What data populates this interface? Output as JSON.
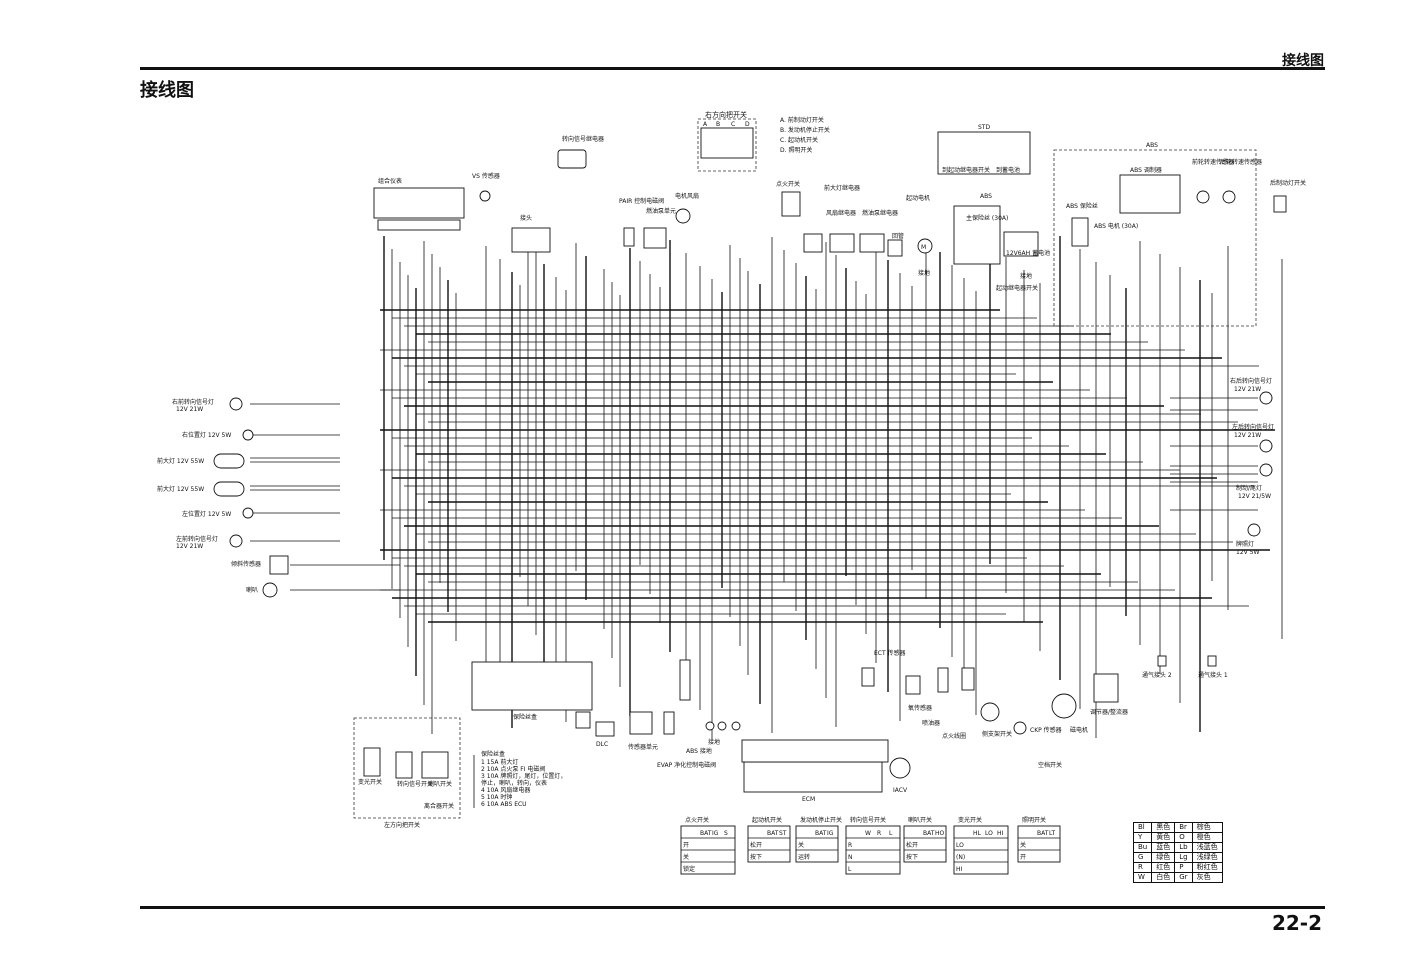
{
  "header": {
    "section_title": "接线图",
    "page_title": "接线图",
    "page_number": "22-2"
  },
  "right_handlebar_switch": {
    "title": "右方向把开关",
    "pins": [
      "A",
      "B",
      "C",
      "D"
    ],
    "legend": [
      "A. 前制动灯开关",
      "B. 发动机停止开关",
      "C. 起动机开关",
      "D. 照明开关"
    ]
  },
  "labels": {
    "turn_relay": "转向信号继电器",
    "meter": "组合仪表",
    "vs_sensor": "VS 传感器",
    "joint": "接头",
    "pair": "PAIR 控制电磁阀",
    "fuel_unit": "燃油泵单元",
    "fan_motor": "电机风扇",
    "ignition_switch": "点火开关",
    "headlight_relay": "前大灯继电器",
    "fan_relay": "风扇继电器",
    "fuel_relay": "燃油泵继电器",
    "horn_relay": "回管",
    "starter_motor": "起动电机",
    "main_fuse": "主保险丝 (30A)",
    "battery": "12V6AH 蓄电池",
    "starter_relay": "起动继电器开关",
    "ground": "接地",
    "std": "STD",
    "abs_small": "ABS",
    "std_relay": "到起动继电器开关",
    "std_battery": "到蓄电池",
    "abs_box": "ABS",
    "abs_modulator": "ABS 调制器",
    "abs_fuse": "ABS 保险丝",
    "abs_motor": "ABS 电机 (30A)",
    "front_wheel_sensor": "前轮转速传感器",
    "rear_wheel_sensor": "后轮转速传感器",
    "rear_brake_switch": "后制动灯开关",
    "right_rear_turn": "右后转向信号灯",
    "right_rear_turn_spec": "12V 21W",
    "left_rear_turn": "左后转向信号灯",
    "left_rear_turn_spec": "12V 21W",
    "brake_tail": "制动/尾灯",
    "brake_tail_spec": "12V 21/5W",
    "license_light": "牌照灯",
    "license_spec": "12V 5W",
    "right_front_turn": "右前转向信号灯",
    "right_front_turn_spec": "12V 21W",
    "right_position": "右位置灯 12V 5W",
    "headlight1": "前大灯 12V 55W",
    "headlight2": "前大灯 12V 55W",
    "left_position": "左位置灯 12V 5W",
    "left_front_turn": "左前转向信号灯",
    "left_front_turn_spec": "12V 21W",
    "tilt_sensor": "倾斜传感器",
    "horn": "喇叭",
    "fuse_box": "保险丝盒",
    "dlc": "DLC",
    "sensor_unit": "传感器单元",
    "evap": "EVAP 净化控制电磁阀",
    "abs_ground": "ABS 接地",
    "ground2": "接地",
    "ecm": "ECM",
    "ect": "ECT 传感器",
    "o2_sensor": "氧传感器",
    "injector": "喷油器",
    "ignition_coil": "点火线圈",
    "side_stand": "侧支架开关",
    "ckp": "CKP 传感器",
    "neutral": "空档开关",
    "alternator": "磁电机",
    "regulator": "调节器/整流器",
    "vent2": "通气接头 2",
    "vent1": "通气接头 1",
    "iacv": "IACV",
    "dimmer": "变光开关",
    "turn_switch": "转向信号开关",
    "horn_switch": "喇叭开关",
    "clutch_switch": "离合器开关",
    "left_handlebar": "左方向把开关"
  },
  "fuse_legend": {
    "title": "保险丝盒",
    "items": [
      "1   15A  前大灯",
      "2   10A  点火泵 FI 电磁阀",
      "3   10A  牌照灯，尾灯，位置灯，",
      "         停止，喇叭，转向，仪表",
      "4   10A  风扇继电器",
      "5   10A  时钟",
      "6   10A  ABS ECU"
    ]
  },
  "switch_tables": [
    {
      "title": "点火开关",
      "cols": [
        "BAT",
        "IG",
        "S"
      ],
      "rows": [
        "开",
        "关",
        "锁定"
      ]
    },
    {
      "title": "起动机开关",
      "cols": [
        "BAT",
        "ST"
      ],
      "rows": [
        "松开",
        "按下"
      ]
    },
    {
      "title": "发动机停止开关",
      "cols": [
        "BAT",
        "IG"
      ],
      "rows": [
        "关",
        "运转"
      ]
    },
    {
      "title": "转向信号开关",
      "cols": [
        "W",
        "R",
        "L"
      ],
      "rows": [
        "R",
        "N",
        "L"
      ]
    },
    {
      "title": "喇叭开关",
      "cols": [
        "BAT",
        "HO"
      ],
      "rows": [
        "松开",
        "按下"
      ]
    },
    {
      "title": "变光开关",
      "cols": [
        "HL",
        "LO",
        "HI"
      ],
      "rows": [
        "LO",
        "(N)",
        "HI"
      ]
    },
    {
      "title": "照明开关",
      "cols": [
        "BAT",
        "LT"
      ],
      "rows": [
        "关",
        "开"
      ]
    }
  ],
  "color_legend": [
    {
      "code": "Bl",
      "name": "黑色",
      "code2": "Br",
      "name2": "棕色"
    },
    {
      "code": "Y",
      "name": "黄色",
      "code2": "O",
      "name2": "橙色"
    },
    {
      "code": "Bu",
      "name": "蓝色",
      "code2": "Lb",
      "name2": "浅蓝色"
    },
    {
      "code": "G",
      "name": "绿色",
      "code2": "Lg",
      "name2": "浅绿色"
    },
    {
      "code": "R",
      "name": "红色",
      "code2": "P",
      "name2": "粉红色"
    },
    {
      "code": "W",
      "name": "白色",
      "code2": "Gr",
      "name2": "灰色"
    }
  ]
}
